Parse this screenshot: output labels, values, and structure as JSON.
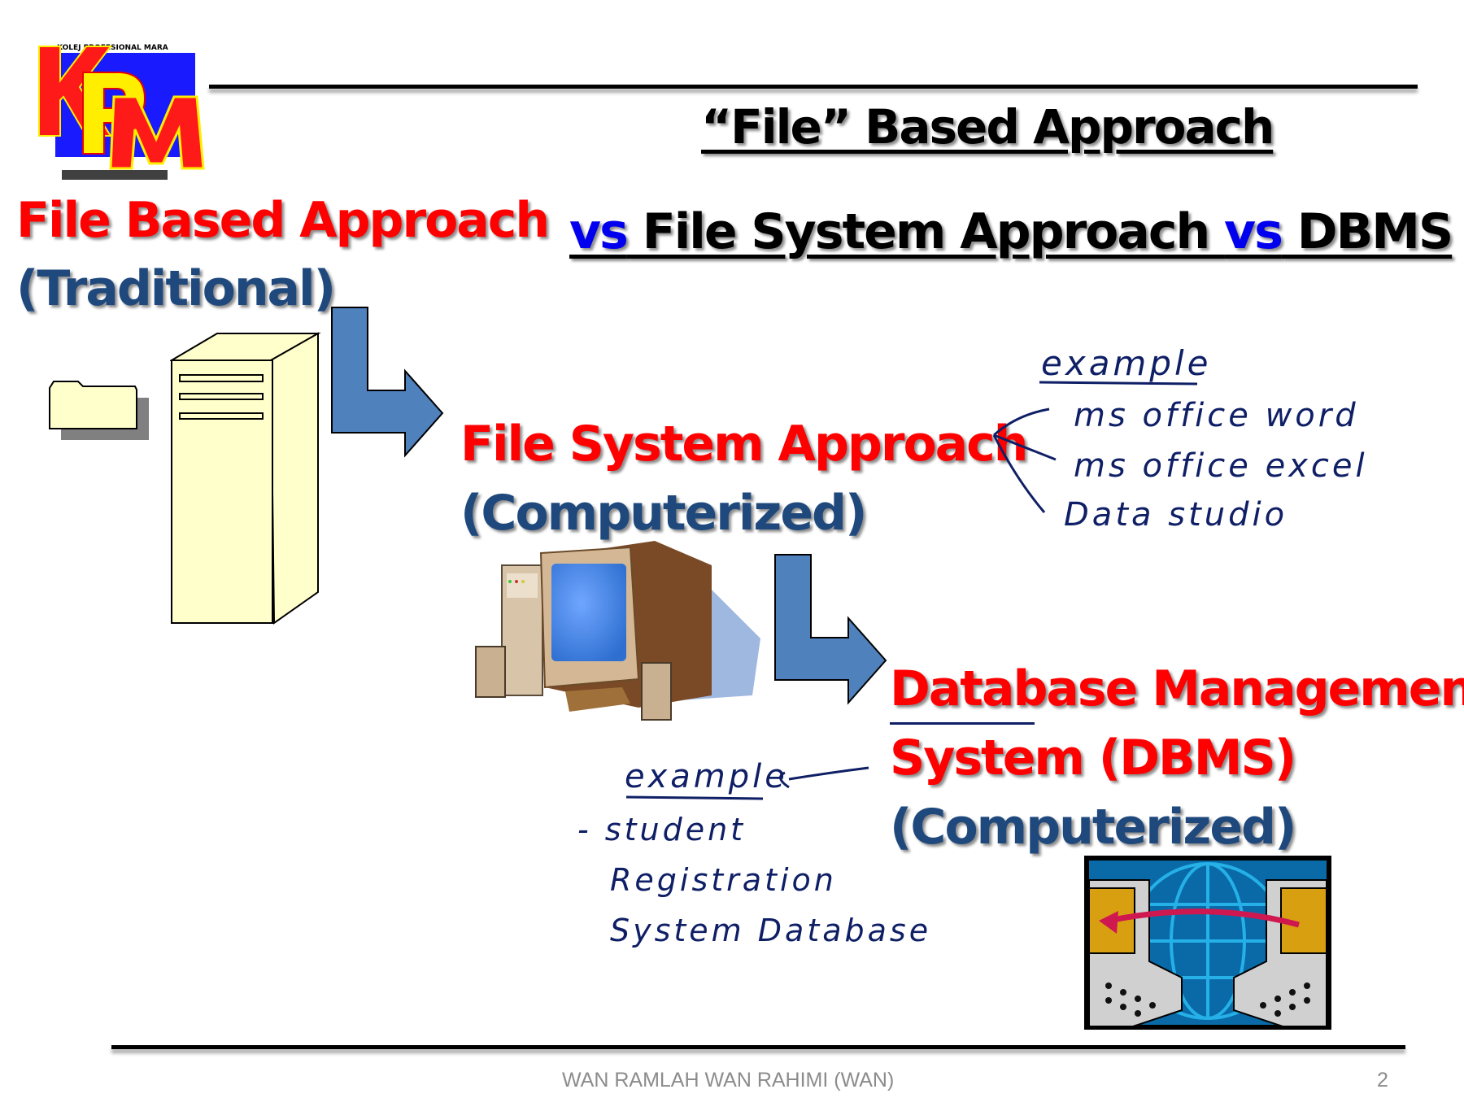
{
  "slide": {
    "logo": {
      "name": "kpm-logo",
      "top_text": "KOLEJ PROFESIONAL MARA",
      "letters": "KPM"
    },
    "title": "“File” Based Approach",
    "subtitle": {
      "vs1": "vs",
      "part1": " File System Approach ",
      "vs2": "vs",
      "part2": " DBMS"
    },
    "stages": [
      {
        "label": "File Based Approach",
        "sub": "(Traditional)",
        "icons": [
          "folder-icon",
          "file-cabinet-icon"
        ]
      },
      {
        "label": "File System Approach",
        "sub": "(Computerized)",
        "icons": [
          "desktop-computer-icon"
        ]
      },
      {
        "label_line1": "Database Management",
        "label_line2": "System (DBMS)",
        "sub": "(Computerized)",
        "icons": [
          "networked-computers-globe-icon"
        ]
      }
    ],
    "annotations": {
      "file_system": {
        "heading": "example",
        "items": [
          "ms office word",
          "ms office excel",
          "Data studio"
        ]
      },
      "dbms": {
        "heading": "example",
        "items": [
          "- student",
          "Registration",
          "System Database"
        ]
      }
    },
    "colors": {
      "heading_red": "#ff0000",
      "heading_navy": "#1f497d",
      "vs_blue": "#0000ee",
      "arrow_fill": "#4f81bd",
      "cabinet_fill": "#ffffcc",
      "ink": "#0f1f66"
    },
    "footer": {
      "author": "WAN RAMLAH WAN RAHIMI (WAN)",
      "page_number": "2"
    }
  }
}
